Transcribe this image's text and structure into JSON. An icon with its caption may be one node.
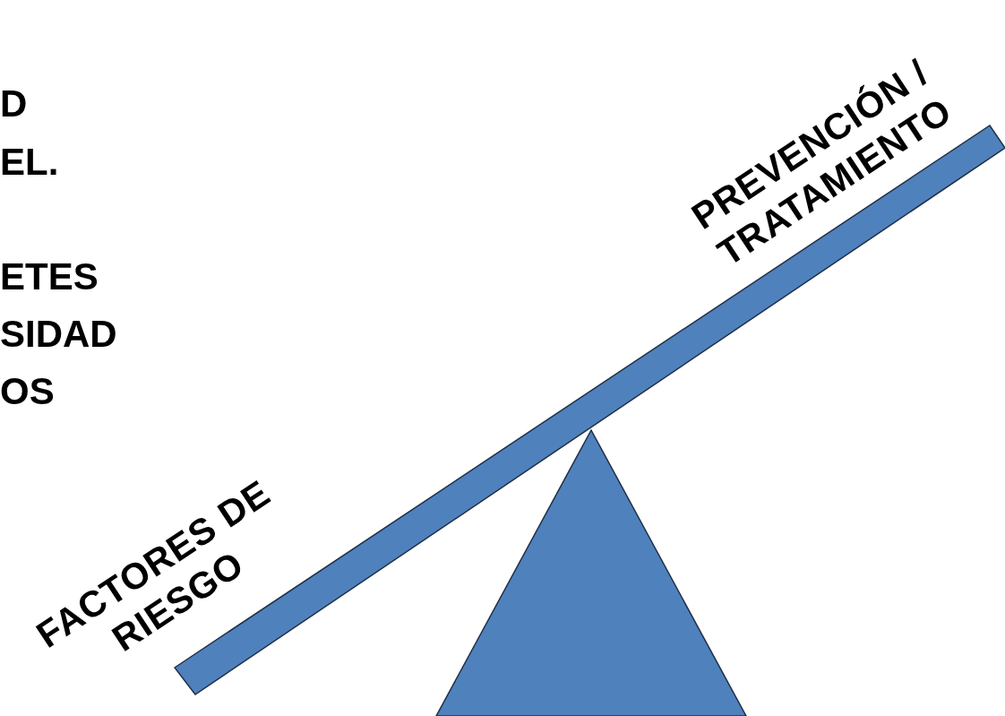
{
  "diagram": {
    "labels": [
      "D",
      "EL.",
      "ETES",
      "SIDAD",
      "OS",
      "FACTORES DE RIESGO",
      "PREVENCIÓN / TRATAMIENTO"
    ]
  }
}
